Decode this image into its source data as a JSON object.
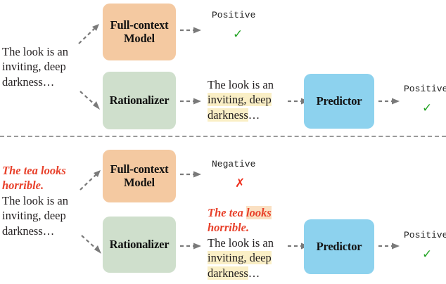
{
  "figure": {
    "type": "pipeline-diagram",
    "divider": {
      "style": "dashed",
      "color": "#9a9a9a"
    },
    "colors": {
      "full_context_box": "#F4C9A1",
      "rationalizer_box": "#CFDFCC",
      "predictor_box": "#8DD2EE",
      "highlight_yellow": "#FAEFC6",
      "highlight_orange": "#FAE0C2",
      "attack_text_red": "#E8412B",
      "correct_green": "#22A323",
      "wrong_red": "#EE2B19",
      "arrow_gray": "#7a7a7a"
    }
  },
  "panels": [
    {
      "id": "clean",
      "input": {
        "lines": [
          {
            "text": "The look is an",
            "style": "plain"
          },
          {
            "text": "inviting, deep",
            "style": "plain"
          },
          {
            "text": "darkness…",
            "style": "plain"
          }
        ]
      },
      "full_context": {
        "box_label_line1": "Full-context",
        "box_label_line2": "Model",
        "output_label": "Positive",
        "output_mark": "✓",
        "output_mark_kind": "correct"
      },
      "rationalizer": {
        "box_label": "Rationalizer",
        "rationale_lines": [
          {
            "segments": [
              {
                "text": "The look is an",
                "highlight": "none",
                "color": "plain"
              }
            ]
          },
          {
            "segments": [
              {
                "text": "inviting, deep",
                "highlight": "yellow",
                "color": "plain"
              }
            ]
          },
          {
            "segments": [
              {
                "text": "darkness",
                "highlight": "yellow",
                "color": "plain"
              },
              {
                "text": "…",
                "highlight": "none",
                "color": "plain"
              }
            ]
          }
        ]
      },
      "predictor": {
        "box_label": "Predictor",
        "output_label": "Positive",
        "output_mark": "✓",
        "output_mark_kind": "correct"
      }
    },
    {
      "id": "attacked",
      "input": {
        "lines": [
          {
            "text": "The tea looks",
            "style": "red-italic"
          },
          {
            "text": "horrible.",
            "style": "red-italic"
          },
          {
            "text": "The look is an",
            "style": "plain"
          },
          {
            "text": "inviting, deep",
            "style": "plain"
          },
          {
            "text": "darkness…",
            "style": "plain"
          }
        ]
      },
      "full_context": {
        "box_label_line1": "Full-context",
        "box_label_line2": "Model",
        "output_label": "Negative",
        "output_mark": "✗",
        "output_mark_kind": "wrong"
      },
      "rationalizer": {
        "box_label": "Rationalizer",
        "rationale_lines": [
          {
            "segments": [
              {
                "text": "The tea ",
                "highlight": "none",
                "color": "red"
              },
              {
                "text": "looks",
                "highlight": "orange",
                "color": "red"
              }
            ]
          },
          {
            "segments": [
              {
                "text": "horrible.",
                "highlight": "none",
                "color": "red"
              }
            ]
          },
          {
            "segments": [
              {
                "text": "The look is an",
                "highlight": "none",
                "color": "plain"
              }
            ]
          },
          {
            "segments": [
              {
                "text": "inviting, deep",
                "highlight": "yellow",
                "color": "plain"
              }
            ]
          },
          {
            "segments": [
              {
                "text": "darkness",
                "highlight": "yellow",
                "color": "plain"
              },
              {
                "text": "…",
                "highlight": "none",
                "color": "plain"
              }
            ]
          }
        ]
      },
      "predictor": {
        "box_label": "Predictor",
        "output_label": "Positive",
        "output_mark": "✓",
        "output_mark_kind": "correct"
      }
    }
  ]
}
